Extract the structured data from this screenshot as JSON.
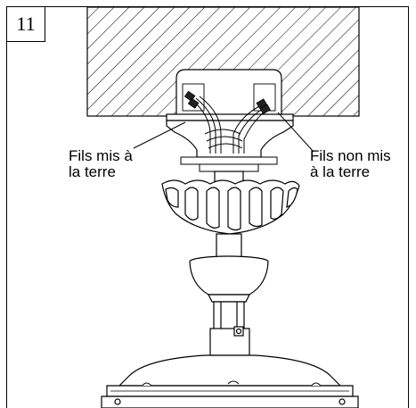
{
  "step_number": "11",
  "callouts": {
    "grounded_line1": "Fils mis à",
    "grounded_line2": "la terre",
    "ungrounded_line1": "Fils non mis",
    "ungrounded_line2": "à la terre"
  },
  "colors": {
    "line": "#000000",
    "background": "#ffffff"
  }
}
